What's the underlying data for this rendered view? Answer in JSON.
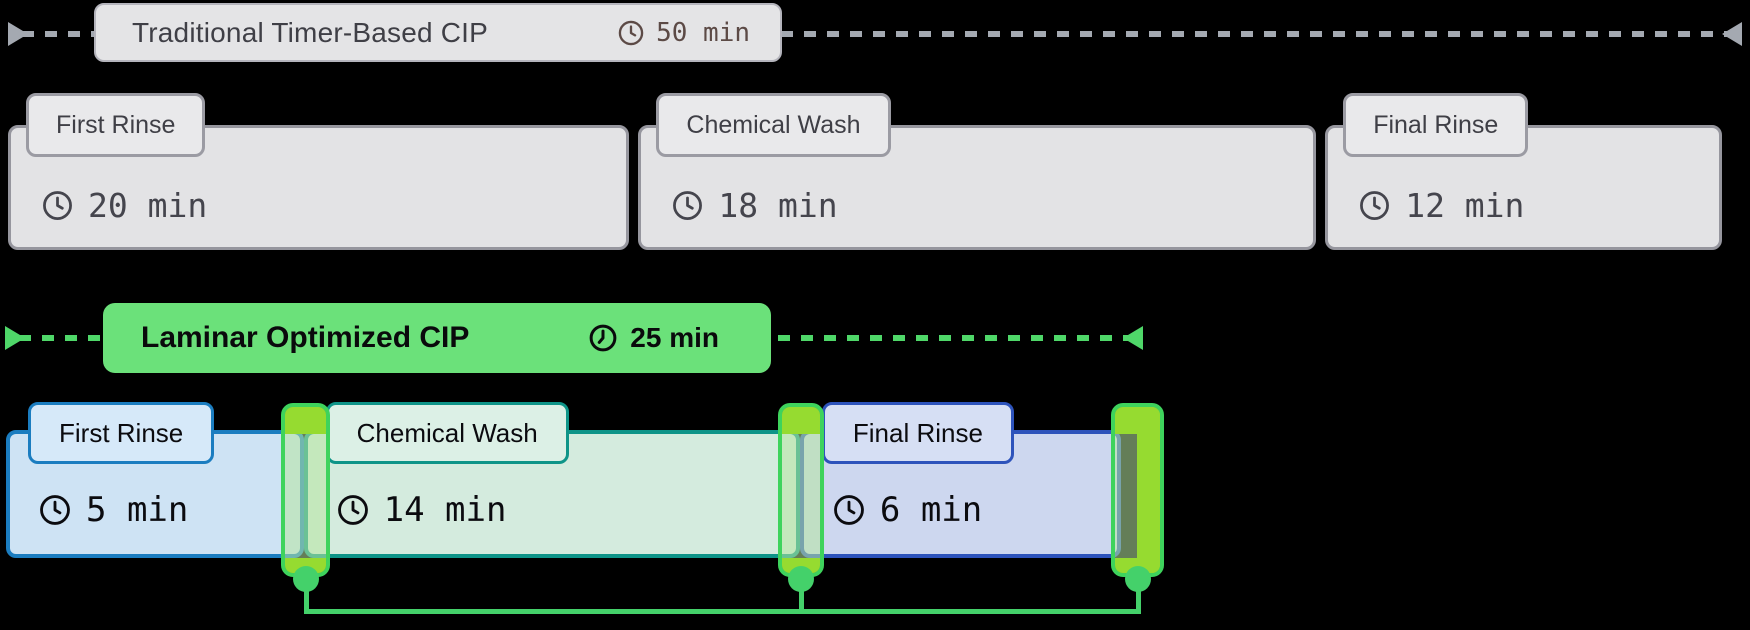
{
  "traditional": {
    "title": "Traditional Timer-Based CIP",
    "total_duration": "50 min",
    "phases": [
      {
        "name": "First Rinse",
        "duration": "20 min",
        "minutes": 20
      },
      {
        "name": "Chemical Wash",
        "duration": "18 min",
        "minutes": 18
      },
      {
        "name": "Final Rinse",
        "duration": "12 min",
        "minutes": 12
      }
    ]
  },
  "optimized": {
    "title": "Laminar Optimized CIP",
    "total_duration": "25 min",
    "phases": [
      {
        "name": "First Rinse",
        "duration": "5 min",
        "minutes": 5
      },
      {
        "name": "Chemical Wash",
        "duration": "14 min",
        "minutes": 14
      },
      {
        "name": "Final Rinse",
        "duration": "6 min",
        "minutes": 6
      }
    ]
  },
  "colors": {
    "background": "#000000",
    "traditional_fill": "#E3E3E5",
    "traditional_border": "#96969E",
    "traditional_text": "#3F3F46",
    "traditional_duration_text": "#5C4A46",
    "optimized_header_green": "#6BE17A",
    "timeline_dash_gray": "#A4A9B1",
    "timeline_dash_green": "#4FD769",
    "phase_blue": "#1B7DC0",
    "phase_teal": "#0E9488",
    "phase_indigo": "#2D53BB",
    "phase_blue_fill": "#CEE3F4",
    "phase_teal_fill": "#D4EBDE",
    "phase_indigo_fill": "#CDD7EF",
    "sensor_border_green": "#3ED35C",
    "sensor_cap_lime": "#96DB30",
    "connector_green": "#44D16A"
  }
}
